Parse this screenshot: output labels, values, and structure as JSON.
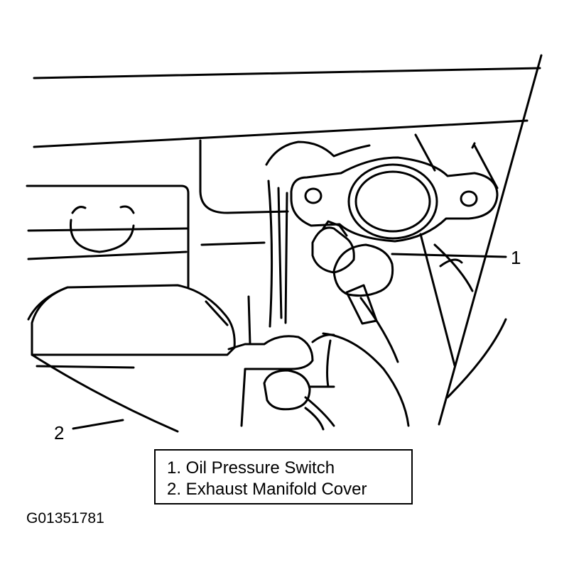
{
  "callouts": {
    "oil_pressure_switch_number": "1",
    "exhaust_manifold_cover_number": "2"
  },
  "legend": {
    "items": [
      "1. Oil Pressure Switch",
      "2. Exhaust Manifold Cover"
    ]
  },
  "figure_id": "G01351781"
}
